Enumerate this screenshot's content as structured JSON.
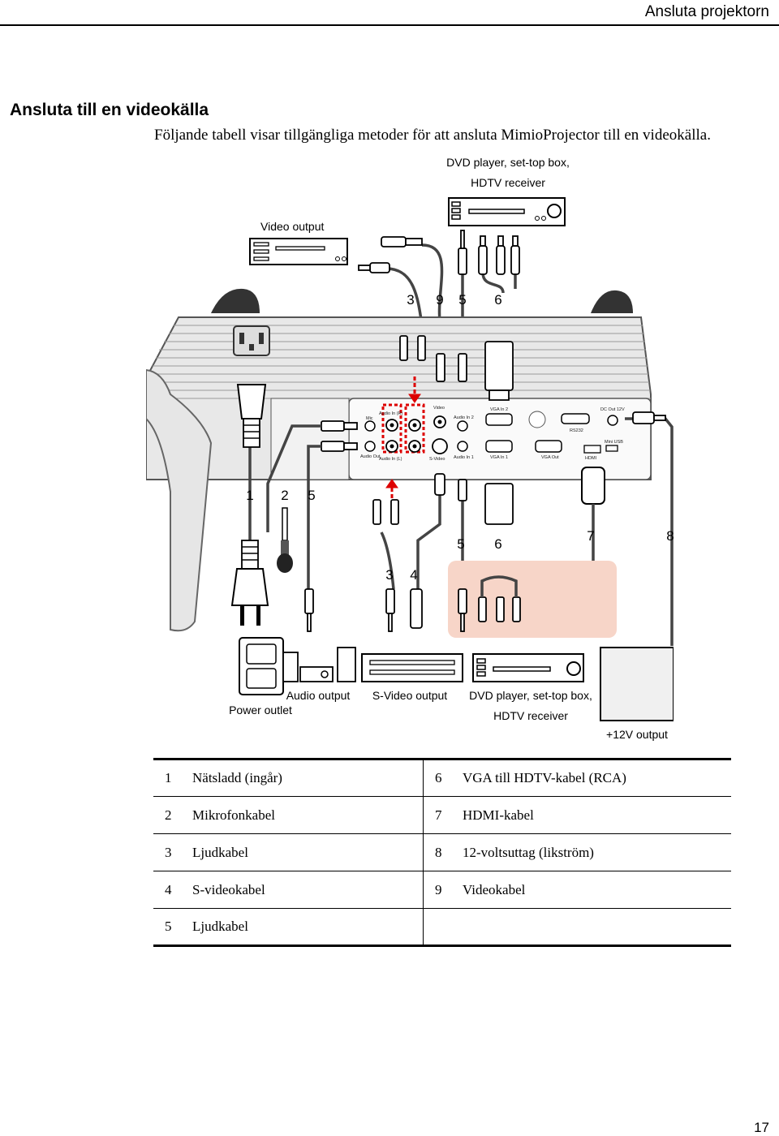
{
  "header": {
    "title": "Ansluta projektorn"
  },
  "section": {
    "title": "Ansluta till en videokälla",
    "intro": "Följande tabell visar tillgängliga metoder för att ansluta MimioProjector till en videokälla."
  },
  "diagram": {
    "top_device_line1": "DVD player, set-top box,",
    "top_device_line2": "HDTV receiver",
    "video_output": "Video output",
    "top_numbers": [
      "3",
      "9",
      "5",
      "6"
    ],
    "left_numbers": [
      "1",
      "2",
      "5"
    ],
    "right_numbers": [
      "5",
      "6",
      "7",
      "8"
    ],
    "bottom_numbers": [
      "3",
      "4"
    ],
    "audio_output": "Audio output",
    "power_outlet": "Power outlet",
    "svideo_output": "S-Video output",
    "bottom_device_line1": "DVD player, set-top box,",
    "bottom_device_line2": "HDTV receiver",
    "dc_output": "+12V output",
    "panel": {
      "mic": "Mic",
      "audio_in_r": "Audio In (R)",
      "audio_in_l": "Audio In (L)",
      "video": "Video",
      "svideo": "S-Video",
      "audio_in_2": "Audio In 2",
      "audio_in_1": "Audio In 1",
      "vga_in_2": "VGA In 2",
      "vga_in_1": "VGA In 1",
      "vga_out": "VGA Out",
      "rs232": "RS232",
      "dc_out": "DC Out 12V",
      "mini_usb": "Mini USB",
      "hdmi": "HDMI",
      "audio_out": "Audio Out"
    }
  },
  "legend": [
    {
      "n1": "1",
      "d1": "Nätsladd (ingår)",
      "n2": "6",
      "d2": "VGA till HDTV-kabel (RCA)"
    },
    {
      "n1": "2",
      "d1": "Mikrofonkabel",
      "n2": "7",
      "d2": "HDMI-kabel"
    },
    {
      "n1": "3",
      "d1": "Ljudkabel",
      "n2": "8",
      "d2": "12-voltsuttag (likström)"
    },
    {
      "n1": "4",
      "d1": "S-videokabel",
      "n2": "9",
      "d2": "Videokabel"
    },
    {
      "n1": "5",
      "d1": "Ljudkabel",
      "n2": "",
      "d2": ""
    }
  ],
  "page": {
    "number": "17"
  }
}
